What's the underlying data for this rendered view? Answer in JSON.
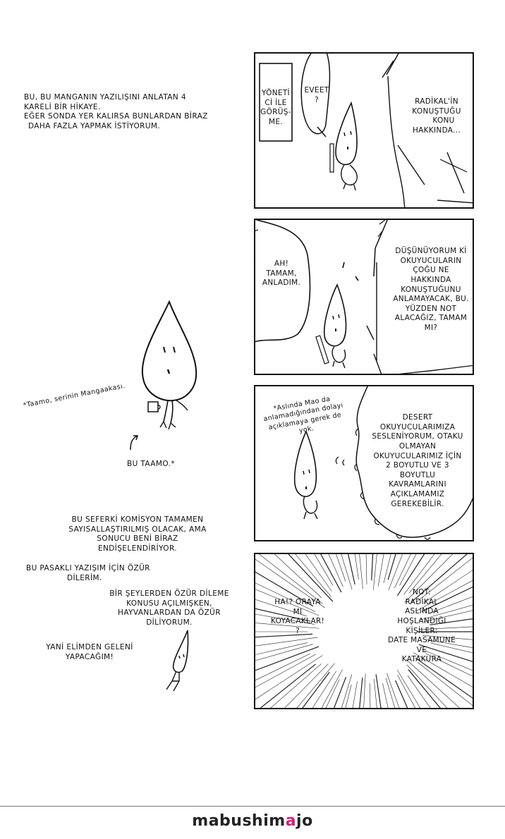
{
  "left_column": {
    "intro": [
      "BU, BU MANGANIN YAZILIŞINI ANLATAN 4",
      "KARELİ BİR HİKAYE.",
      "EĞER SONDA YER KALIRSA BUNLARDAN BİRAZ",
      "DAHA FAZLA YAPMAK İSTİYORUM."
    ],
    "author_note": "*Taamo, serinin Mangaakası.",
    "author_caption": "BU TAAMO.*",
    "commission": [
      "BU SEFERKİ KOMİSYON TAMAMEN",
      "SAYISALLAŞTIRILMIŞ OLACAK, AMA",
      "SONUCU BENİ BİRAZ",
      "ENDİŞELENDİRİYOR."
    ],
    "apology1": [
      "BU PASAKLI YAZIŞIM İÇİN ÖZÜR",
      "DİLERİM."
    ],
    "apology2": [
      "BİR ŞEYLERDEN ÖZÜR DİLEME",
      "KONUSU AÇILMIŞKEN,",
      "HAYVANLARDAN DA ÖZÜR",
      "DİLİYORUM."
    ],
    "best": [
      "YANİ ELİMDEN GELENİ",
      "YAPACAĞIM!"
    ]
  },
  "panels": [
    {
      "box": [
        "YÖNETİ",
        "Cİ İLE",
        "GÖRÜŞ-",
        "ME."
      ],
      "bubble": [
        "EVEET",
        "?"
      ],
      "right": [
        "RADİKAL'İN",
        "KONUŞTUĞU",
        "KONU",
        "HAKKINDA..."
      ]
    },
    {
      "bubble": [
        "AH!",
        "TAMAM,",
        "ANLADIM."
      ],
      "right": [
        "DÜŞÜNÜYORUM Kİ",
        "OKUYUCULARIN",
        "ÇOĞU NE",
        "HAKKINDA",
        "KONUŞTUĞUNU",
        "ANLAMAYACAK, BU.",
        "YÜZDEN NOT",
        "ALACAĞIZ, TAMAM",
        "MI?"
      ]
    },
    {
      "side_note": [
        "*Aslında Mao da",
        "anlamadığından dolayı",
        "açıklamaya gerek de",
        "yok."
      ],
      "right": [
        "DESERT",
        "OKUYUCULARIMIZA",
        "SESLENİYORUM, OTAKU",
        "OLMAYAN",
        "OKUYUCULARIMIZ İÇİN",
        "2 BOYUTLU VE 3",
        "BOYUTLU",
        "KAVRAMLARINI",
        "AÇIKLAMAMIZ",
        "GEREKEBİLİR."
      ]
    },
    {
      "bubble": [
        "HA!? ORAYA",
        "MI",
        "KOYACAKLAR!",
        "?"
      ],
      "right": [
        "NOT:",
        "RADİKAL",
        "ASLINDA",
        "HOŞLANDIĞI",
        "KİŞİLER:",
        "DATE MASAMUNE",
        "VE",
        "KATAKURA"
      ]
    }
  ],
  "footer": {
    "logo_prefix": "mabushim",
    "logo_dot": "a",
    "logo_suffix": "jo",
    "dot_color": "#d4207a"
  }
}
